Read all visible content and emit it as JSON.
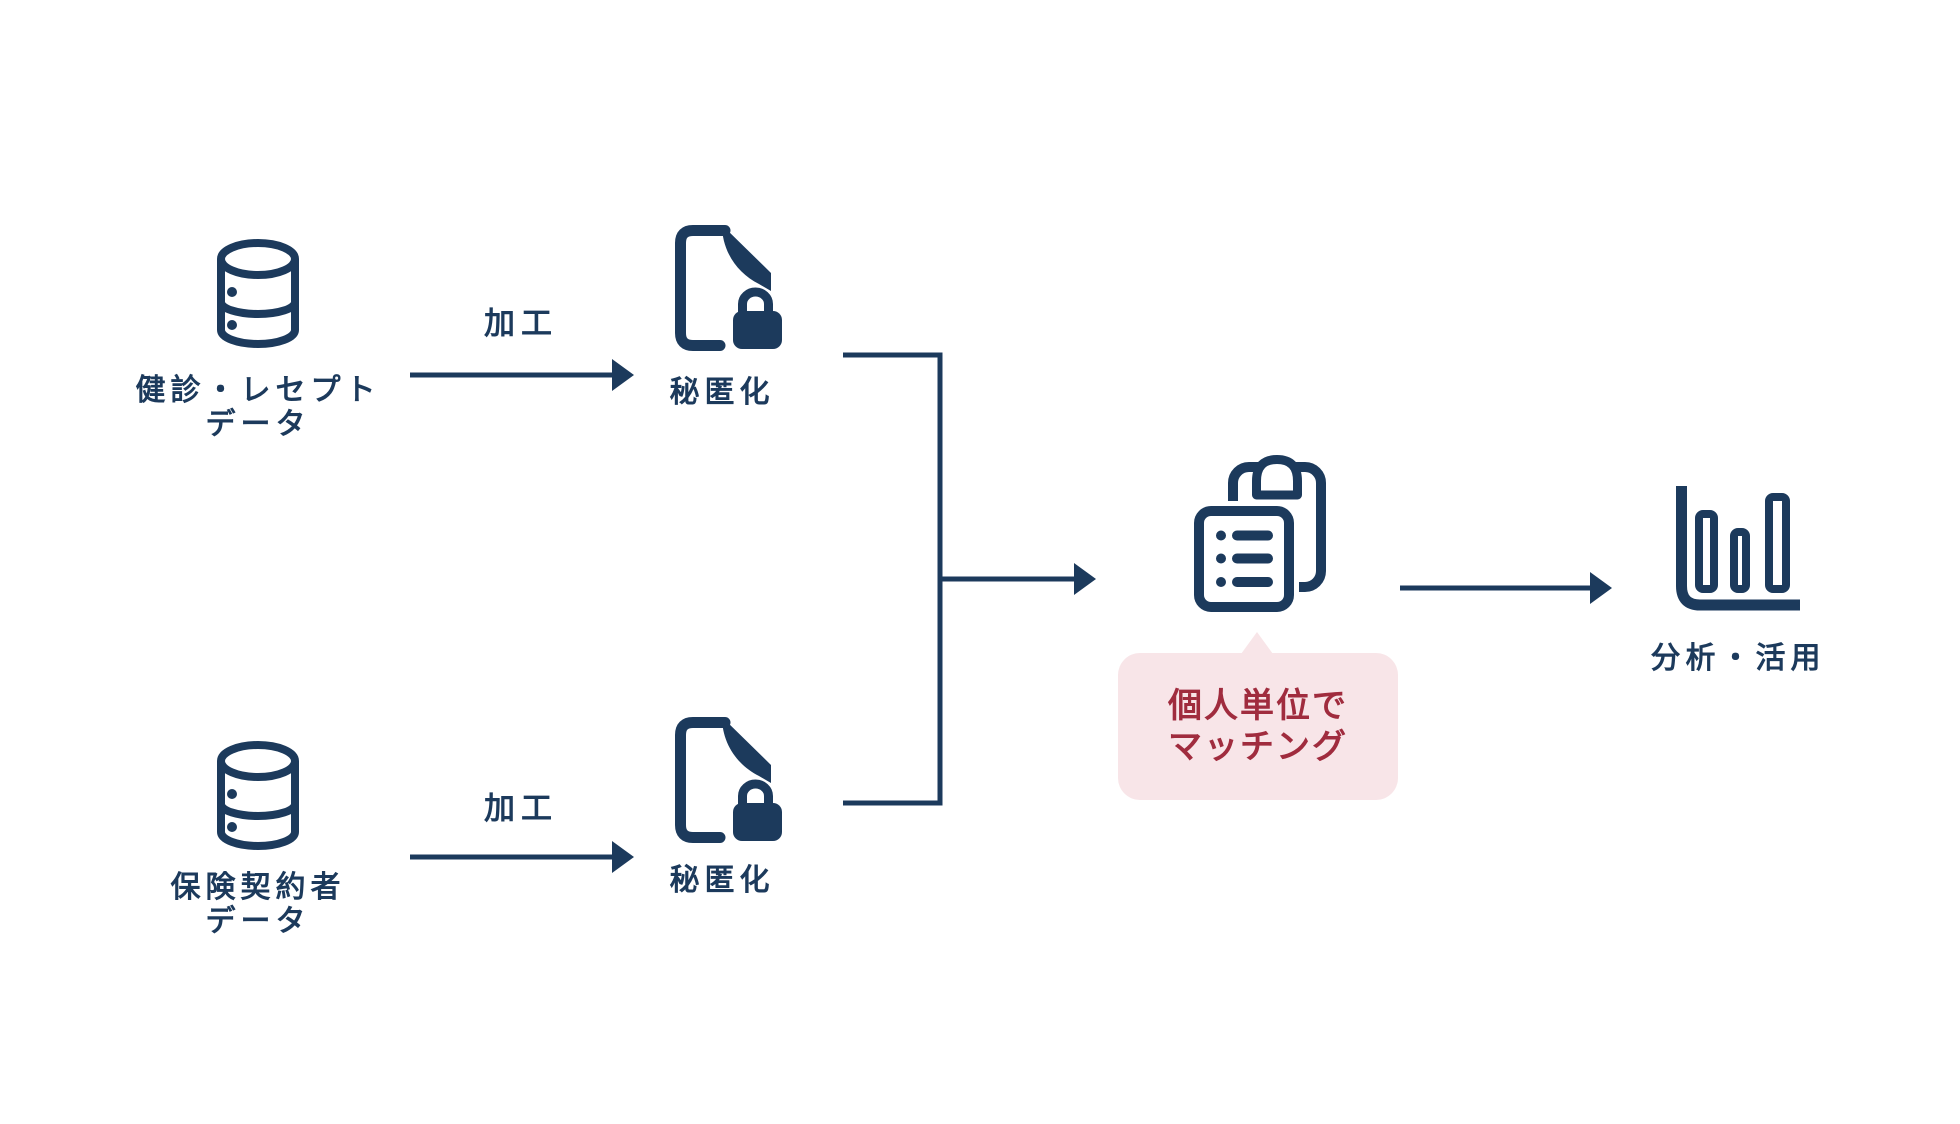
{
  "colors": {
    "navy": "#1c3a5c",
    "callout_bg": "#f8e5e8",
    "callout_text": "#a02c3e",
    "background": "#ffffff"
  },
  "nodes": {
    "source_top": {
      "icon": "database-icon",
      "label_lines": [
        "健診・レセプト",
        "データ"
      ]
    },
    "anonymize_top": {
      "icon": "locked-document-icon",
      "label": "秘匿化"
    },
    "source_bottom": {
      "icon": "database-icon",
      "label_lines": [
        "保険契約者",
        "データ"
      ]
    },
    "anonymize_bottom": {
      "icon": "locked-document-icon",
      "label": "秘匿化"
    },
    "matching": {
      "icon": "matching-clipboard-icon",
      "callout_lines": [
        "個人単位で",
        "マッチング"
      ]
    },
    "analysis": {
      "icon": "bar-chart-icon",
      "label": "分析・活用"
    }
  },
  "edges": {
    "process_top": {
      "label": "加工"
    },
    "process_bottom": {
      "label": "加工"
    }
  }
}
